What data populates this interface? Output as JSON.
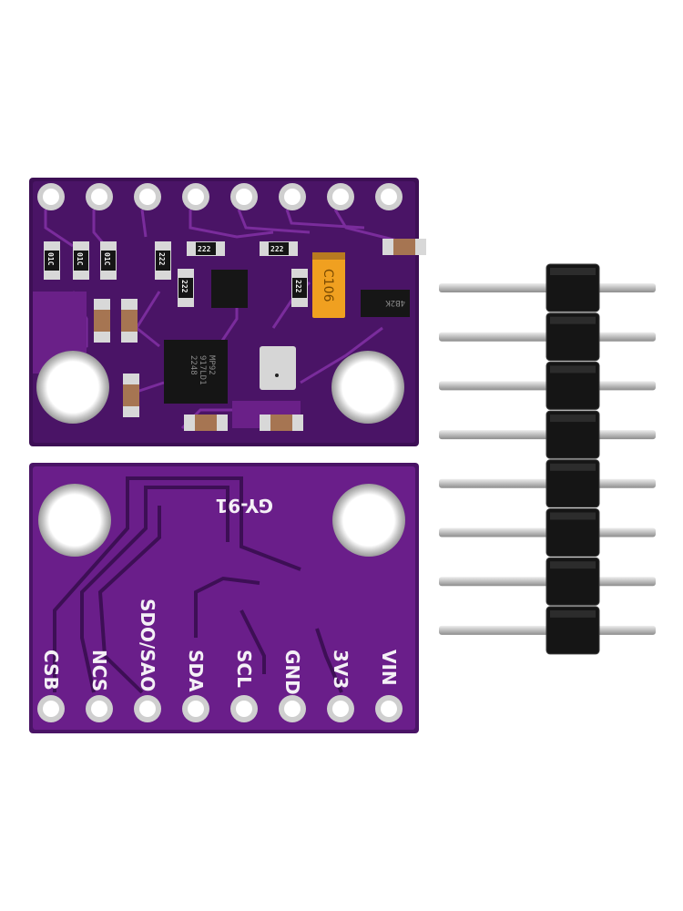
{
  "product": {
    "board_name": "GY-91",
    "pin_labels": [
      "CSB",
      "NCS",
      "SDO/SAO",
      "SDA",
      "SCL",
      "GND",
      "3V3",
      "VIN"
    ],
    "components": {
      "imu_chip": [
        "MP92",
        "917LD1",
        "2248"
      ],
      "tantalum_cap": "C106",
      "regulator": "4B2K",
      "resistor_codes": [
        "01C",
        "01C",
        "01C",
        "222",
        "222",
        "222",
        "222",
        "222"
      ]
    },
    "header_pin_count": 8
  },
  "colors": {
    "pcb": "#5a1a78",
    "pcb_dark": "#3d0f55",
    "trace": "#7a2c9c",
    "pad": "#d8d8d8",
    "header": "#151515",
    "tantalum": "#f0a020"
  }
}
